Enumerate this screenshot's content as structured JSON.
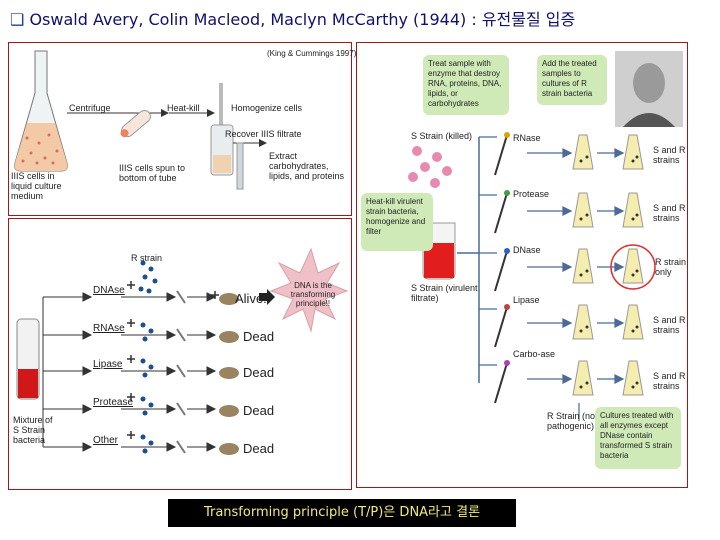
{
  "header": {
    "title": "Oswald Avery, Colin Macleod, Maclyn McCarthy (1944) : 유전물질 입증"
  },
  "panel_top_left": {
    "citation": "(King & Cummings 1997)",
    "flask_label": "IIIS cells in liquid culture medium",
    "centrifuge": "Centrifuge",
    "heat_kill": "Heat-kill",
    "tube_label": "IIIS cells spun to bottom of tube",
    "homogenize": "Homogenize cells",
    "recover": "Recover IIIS filtrate",
    "extract": "Extract carbohydrates, lipids, and proteins"
  },
  "panel_bottom_left": {
    "rstrain": "R strain",
    "starburst": "DNA is the transforming principle!!",
    "mixture": "Mixture of S Strain bacteria",
    "rows": [
      {
        "enzyme": "DNAse",
        "result": "Alive!"
      },
      {
        "enzyme": "RNAse",
        "result": "Dead"
      },
      {
        "enzyme": "Lipase",
        "result": "Dead"
      },
      {
        "enzyme": "Protease",
        "result": "Dead"
      },
      {
        "enzyme": "Other",
        "result": "Dead"
      }
    ]
  },
  "panel_right": {
    "box1": "Treat sample with enzyme that destroy RNA, proteins, DNA, lipids, or carbohydrates",
    "box2": "Add the treated samples to cultures of R strain bacteria",
    "sstrain_killed": "S Strain (killed)",
    "heatkill": "Heat-kill virulent strain bacteria, homogenize and filter",
    "sstrain": "S Strain (virulent filtrate)",
    "rstrain": "R Strain (non-pathogenic)",
    "box3": "Cultures treated with all enzymes except DNase contain transformed S strain bacteria",
    "rows": [
      {
        "enzyme": "RNase",
        "result": "S and R strains"
      },
      {
        "enzyme": "Protease",
        "result": "S and R strains"
      },
      {
        "enzyme": "DNase",
        "result": "R strain only"
      },
      {
        "enzyme": "Lipase",
        "result": "S and R strains"
      },
      {
        "enzyme": "Carbo-ase",
        "result": "S and R strains"
      }
    ]
  },
  "footer": {
    "conclusion": "Transforming principle (T/P)은 DNA라고 결론"
  },
  "colors": {
    "frame": "#a01818",
    "conclusion_bg": "#000000",
    "conclusion_text": "#f1eb7a",
    "box_green": "#cfe9b7"
  }
}
